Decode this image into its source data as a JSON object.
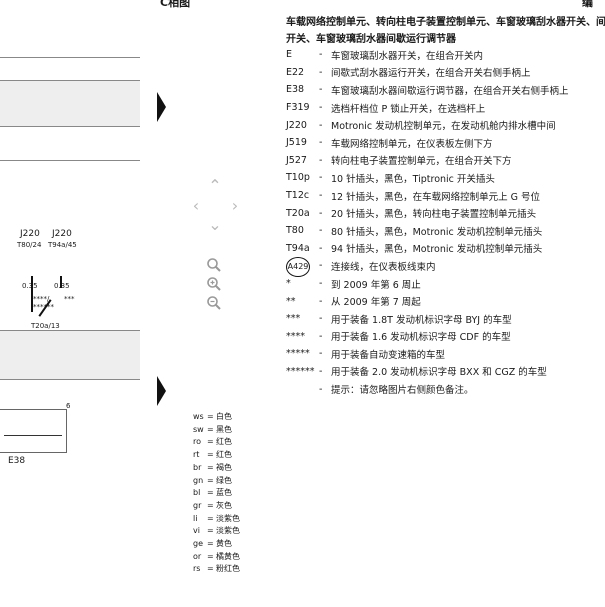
{
  "header": {
    "left_fragment": "C相图",
    "right_fragment": "编"
  },
  "title_lines": [
    "车载网络控制单元、转向柱电子装置控制单元、车窗玻璃刮水器开关、间",
    "开关、车窗玻璃刮水器间歇运行调节器"
  ],
  "legend": [
    {
      "code": "E",
      "desc": "车窗玻璃刮水器开关，在组合开关内"
    },
    {
      "code": "E22",
      "desc": "间歇式刮水器运行开关，在组合开关右侧手柄上"
    },
    {
      "code": "E38",
      "desc": "车窗玻璃刮水器间歇运行调节器，在组合开关右侧手柄上"
    },
    {
      "code": "F319",
      "desc": "选档杆档位 P 锁止开关，在选档杆上"
    },
    {
      "code": "J220",
      "desc": "Motronic 发动机控制单元，在发动机舱内排水槽中间"
    },
    {
      "code": "J519",
      "desc": "车载网络控制单元，在仪表板左侧下方"
    },
    {
      "code": "J527",
      "desc": "转向柱电子装置控制单元，在组合开关下方"
    },
    {
      "code": "T10p",
      "desc": "10 针插头，黑色，Tiptronic 开关插头"
    },
    {
      "code": "T12c",
      "desc": "12 针插头，黑色，在车载网络控制单元上 G 号位"
    },
    {
      "code": "T20a",
      "desc": "20 针插头，黑色，转向柱电子装置控制单元插头"
    },
    {
      "code": "T80",
      "desc": "80 针插头，黑色，Motronic 发动机控制单元插头"
    },
    {
      "code": "T94a",
      "desc": "94 针插头，黑色，Motronic 发动机控制单元插头"
    },
    {
      "code": "A429",
      "desc": "连接线，在仪表板线束内",
      "circled": true
    },
    {
      "code": "*",
      "desc": "到 2009 年第 6 周止"
    },
    {
      "code": "**",
      "desc": "从 2009 年第 7 周起"
    },
    {
      "code": "***",
      "desc": "用于装备 1.8T 发动机标识字母 BYJ 的车型"
    },
    {
      "code": "****",
      "desc": "用于装备 1.6 发动机标识字母 CDF 的车型"
    },
    {
      "code": "*****",
      "desc": "用于装备自动变速箱的车型"
    },
    {
      "code": "******",
      "desc": "用于装备 2.0 发动机标识字母 BXX 和 CGZ 的车型"
    },
    {
      "code": "",
      "desc": "提示：请忽略图片右侧颜色备注。"
    }
  ],
  "diagram": {
    "conn1": {
      "name": "J220",
      "pin": "T80/24",
      "wire": "0.35"
    },
    "conn2": {
      "name": "J220",
      "pin": "T94a/45",
      "wire": "0.35"
    },
    "marks_left": "****/\n******",
    "marks_right": "***",
    "connector": "T20a/13",
    "pin_num": "6",
    "component": "E38"
  },
  "colors": [
    {
      "ab": "ws",
      "name": "白色"
    },
    {
      "ab": "sw",
      "name": "黑色"
    },
    {
      "ab": "ro",
      "name": "红色"
    },
    {
      "ab": "rt",
      "name": "红色"
    },
    {
      "ab": "br",
      "name": "褐色"
    },
    {
      "ab": "gn",
      "name": "绿色"
    },
    {
      "ab": "bl",
      "name": "蓝色"
    },
    {
      "ab": "gr",
      "name": "灰色"
    },
    {
      "ab": "li",
      "name": "淡紫色"
    },
    {
      "ab": "vi",
      "name": "淡紫色"
    },
    {
      "ab": "ge",
      "name": "黄色"
    },
    {
      "ab": "or",
      "name": "橘黄色"
    },
    {
      "ab": "rs",
      "name": "粉红色"
    }
  ],
  "icons": {
    "nav_up": "chevron-up-icon",
    "nav_left": "chevron-left-icon",
    "nav_right": "chevron-right-icon",
    "nav_down": "chevron-down-icon",
    "zoom_fit": "zoom-fit-icon",
    "zoom_in": "zoom-in-icon",
    "zoom_out": "zoom-out-icon"
  }
}
